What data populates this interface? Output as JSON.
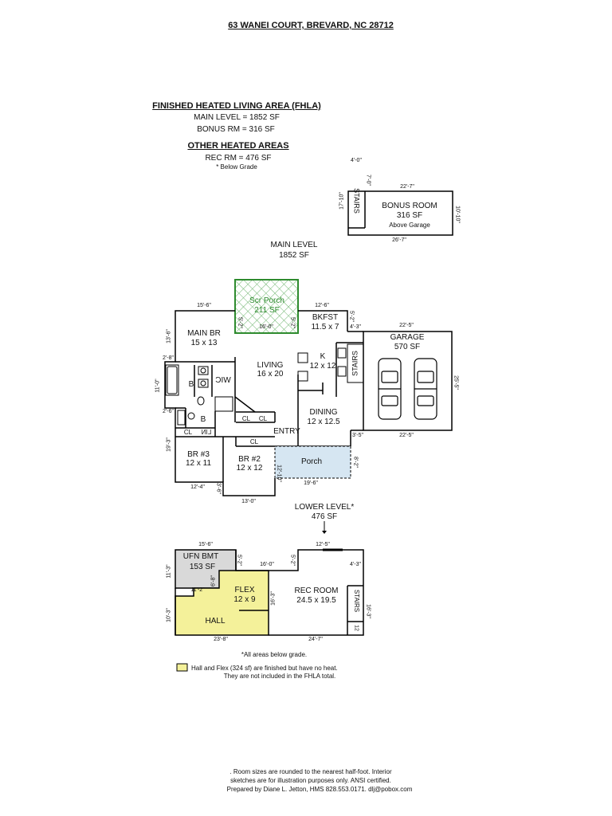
{
  "address": "63 WANEI COURT, BREVARD, NC 28712",
  "fhla": {
    "heading": "FINISHED HEATED LIVING AREA (FHLA)",
    "main_level": "MAIN LEVEL  =  1852 SF",
    "bonus_rm": "BONUS RM   =   316 SF",
    "other_heading": "OTHER HEATED AREAS",
    "rec_rm": "REC RM  =  476 SF",
    "below_grade_note": "* Below Grade"
  },
  "bonus": {
    "stairs": "STAIRS",
    "name": "BONUS ROOM",
    "area": "316 SF",
    "note": "Above Garage",
    "dims": {
      "top_left": "4'-0\"",
      "left_small": "7'-0\"",
      "top": "22'-7\"",
      "left": "17'-10\"",
      "right": "10'-10\"",
      "bottom": "26'-7\""
    }
  },
  "main": {
    "title": "MAIN LEVEL",
    "area": "1852 SF",
    "scr_porch": {
      "name": "Scr Porch",
      "area": "211 SF"
    },
    "main_br": {
      "name": "MAIN BR",
      "size": "15 x 13"
    },
    "bkfst": {
      "name": "BKFST",
      "size": "11.5 x 7"
    },
    "living": {
      "name": "LIVING",
      "size": "16 x 20"
    },
    "kitchen": {
      "name": "K",
      "size": "12 x 12"
    },
    "garage": {
      "name": "GARAGE",
      "area": "570 SF"
    },
    "dining": {
      "name": "DINING",
      "size": "12 x 12.5"
    },
    "entry": "ENTRY",
    "porch": "Porch",
    "br3": {
      "name": "BR #3",
      "size": "12 x 11"
    },
    "br2": {
      "name": "BR #2",
      "size": "12 x 12"
    },
    "wic": "WIC",
    "bath1": "B",
    "bath2": "B",
    "cl1": "CL",
    "cl2": "CL",
    "cl3": "CL",
    "cl4": "CL",
    "lin": "LIN",
    "stairs": "STAIRS",
    "dims": {
      "d15_6": "15'-6\"",
      "d12_6": "12'-6\"",
      "d16_0": "16'-0\"",
      "d22_5a": "22'-5\"",
      "d22_5b": "22'-5\"",
      "d4_3": "4'-3\"",
      "d3_5": "3'-5\"",
      "d19_6": "19'-6\"",
      "d13_0": "13'-0\"",
      "d12_4": "12'-4\"",
      "v13_6": "13'-6\"",
      "v2_8": "2'-8\"",
      "v11_0": "11'-0\"",
      "v2_6": "2'-6\"",
      "v19_3": "19'-3\"",
      "v25_5": "25'-5\"",
      "v8_2": "8'-2\"",
      "v12_10": "12'-10\"",
      "v3_6": "3'-6\"",
      "v5_2a": "5'-2\"",
      "v5_2b": "5'-2\"",
      "v5_2c": "5'-2\""
    }
  },
  "lower": {
    "title": "LOWER LEVEL*",
    "area": "476 SF",
    "ufn": {
      "name": "UFN BMT",
      "area": "153 SF"
    },
    "flex": {
      "name": "FLEX",
      "size": "12 x 9"
    },
    "rec": {
      "name": "REC ROOM",
      "size": "24.5 x 19.5"
    },
    "hall": "HALL",
    "stairs": "STAIRS",
    "dims": {
      "d15_6": "15'-6\"",
      "d12_5": "12'-5\"",
      "d16_0": "16'-0\"",
      "d4_3": "4'-3\"",
      "d11_2": "11'-2\"",
      "d23_8": "23'-8\"",
      "d24_7": "24'-7\"",
      "v11_3": "11'-3\"",
      "v6_8": "6'-8\"",
      "v10_3": "10'-3\"",
      "v16_3a": "16'-3\"",
      "v16_3b": "16'-3\"",
      "v5_2a": "5'-2\"",
      "v5_2b": "5'-2\"",
      "v12": "12"
    },
    "all_below": "*All areas below grade.",
    "legend_line1": "Hall and Flex (324 sf) are finished but have no heat.",
    "legend_line2": "They are not included in the FHLA total."
  },
  "footer": {
    "line1": ".   Room sizes are rounded to the nearest half-foot. Interior",
    "line2": "sketches are for illustration purposes only.  ANSI certified.",
    "line3": "Prepared by Diane L. Jetton, HMS 828.553.0171. dlj@pobox.com"
  },
  "colors": {
    "porch_green": "#2e8b2e",
    "porch_blue": "#d6e6f2",
    "ufn_gray": "#d9d9d9",
    "legend_yellow": "#f4f19a"
  }
}
